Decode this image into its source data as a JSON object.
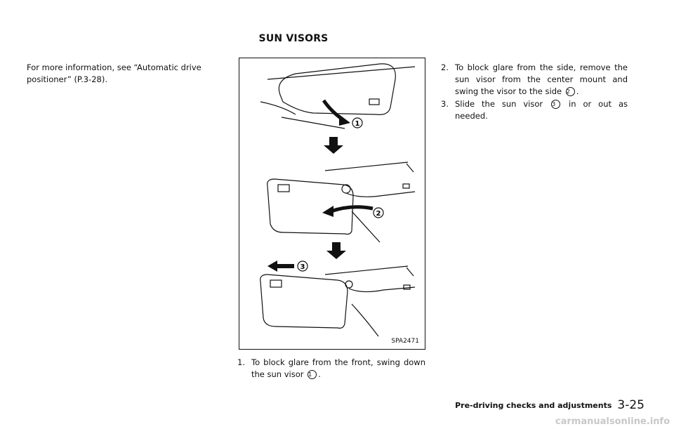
{
  "section_title": "SUN VISORS",
  "intro_text": "For more information, see “Automatic drive positioner” (P.3-28).",
  "figure": {
    "code": "SPA2471",
    "callout_1": "1",
    "callout_2": "2",
    "callout_3": "3"
  },
  "steps": [
    {
      "num": "1.",
      "before": "To block glare from the front, swing down the sun visor",
      "ref": "1",
      "after": "."
    },
    {
      "num": "2.",
      "before": "To block glare from the side, remove the sun visor from the center mount and swing the visor to the side",
      "ref": "2",
      "after": "."
    },
    {
      "num": "3.",
      "before": "Slide the sun visor",
      "ref": "3",
      "after": "in or out as needed."
    }
  ],
  "footer": {
    "section": "Pre-driving checks and adjustments",
    "page": "3-25"
  },
  "watermark": "carmanualsonline.info"
}
